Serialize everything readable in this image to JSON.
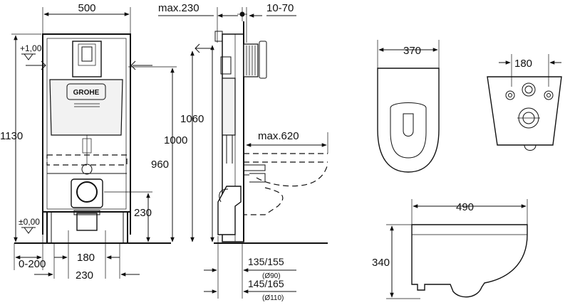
{
  "front_view": {
    "width": "500",
    "height_total": "1130",
    "level_top": "+1,00",
    "level_floor": "±0,00",
    "h_1060": "1060",
    "h_1000": "1000",
    "h_960": "960",
    "h_230": "230",
    "w_180": "180",
    "w_230": "230",
    "w_0_200": "0-200",
    "brand": "GROHE"
  },
  "side_view": {
    "max_depth": "max.230",
    "wall_range": "10-70",
    "max_projection": "max.620",
    "pipe_a": "135/155",
    "pipe_a_diam": "(Ø90)",
    "pipe_b": "145/165",
    "pipe_b_diam": "(Ø110)"
  },
  "bowl_views": {
    "bowl_width": "370",
    "back_width": "180",
    "bowl_length": "490",
    "bowl_height": "340"
  }
}
